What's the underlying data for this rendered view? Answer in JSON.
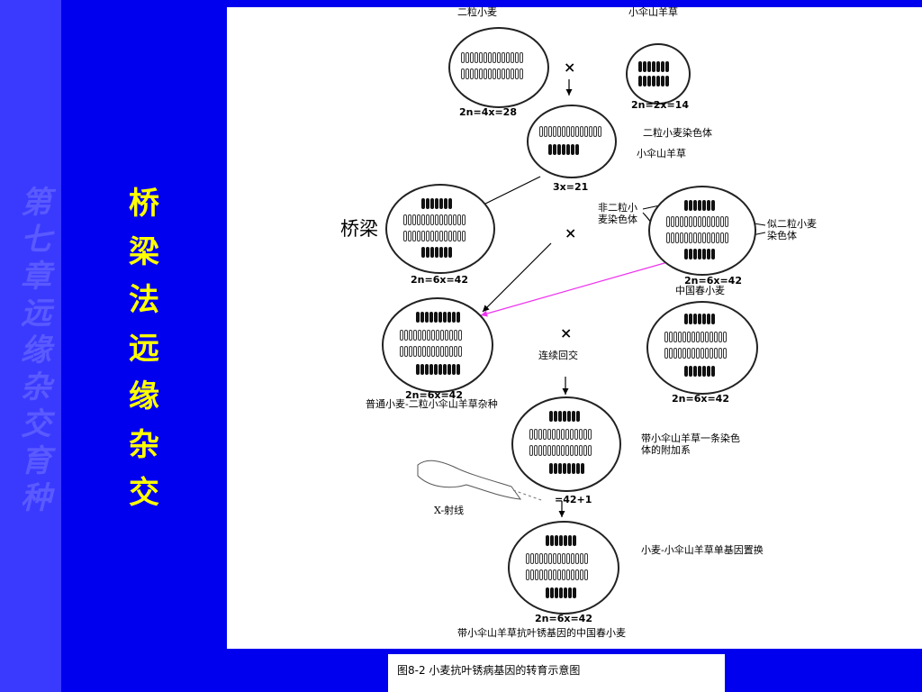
{
  "slide": {
    "watermark": "第七章远缘杂交育种",
    "title": "桥梁法远缘杂交"
  },
  "figure": {
    "caption": "图8-2 小麦抗叶锈病基因的转育示意图",
    "labels": {
      "parent_wheat": "二粒小麦",
      "parent_aegilops": "小伞山羊草",
      "chrom_wheat": "二粒小麦染色体",
      "chrom_aegilops": "小伞山羊草",
      "non_emmer_chrom": "非二粒小麦染色体",
      "emmer_like_chrom": "似二粒小麦染色体",
      "chinese_spring": "中国春小麦",
      "bridge": "桥梁",
      "backcross": "连续回交",
      "amphidiploid": "普通小麦-二粒小伞山羊草杂种",
      "addition_line": "带小伞山羊草一条染色体的附加系",
      "xray": "X-射线",
      "translocation": "小麦-小伞山羊草单基因置换",
      "final": "带小伞山羊草抗叶锈基因的中国春小麦"
    },
    "formulas": {
      "f1": "2n=4x=28",
      "f2": "2n=2x=14",
      "f3": "3x=21",
      "f4": "2n=6x=42",
      "f5": "2n=6x=42",
      "f6": "2n=6x=42",
      "f7": "2n=6x=42",
      "f8": "=42+1",
      "f9": "2n=6x=42"
    },
    "symbols": {
      "cross": "×"
    }
  }
}
